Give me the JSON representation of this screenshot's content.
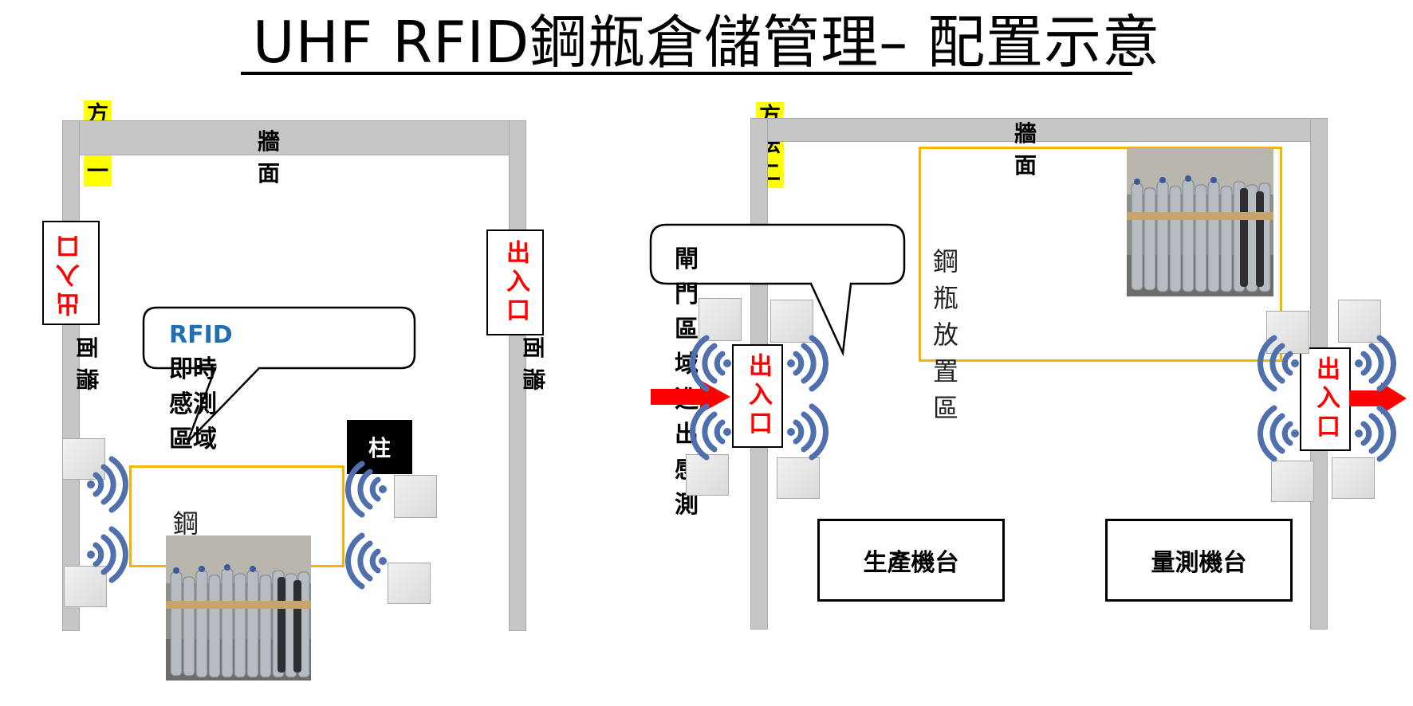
{
  "title": "UHF RFID鋼瓶倉儲管理– 配置示意",
  "colors": {
    "wall": "#c6c6c6",
    "zone_border": "#f5b400",
    "signal": "#4f6fad",
    "door_text": "#ff0000",
    "rfid_text": "#1f6fb2",
    "highlight": "#ffff00",
    "arrow": "#ff0000"
  },
  "method1": {
    "tag": "方法一",
    "wall_top": "牆面",
    "wall_left": "牆面",
    "wall_right": "牆面",
    "door_left": "出入口",
    "door_right": "出入口",
    "callout": {
      "prefix": "RFID",
      "text": "即時感測區域"
    },
    "zone_label": "鋼瓶放置區",
    "pillar": "柱"
  },
  "method2": {
    "tag": "方法二",
    "wall_top": "牆面",
    "callout": "閘門區域進出感測",
    "zone_label": "鋼瓶放置區",
    "door_left": "出入口",
    "door_right": "出入口",
    "machine_production": "生產機台",
    "machine_measure": "量測機台"
  },
  "icons": {
    "signal": "wifi-signal-icon",
    "arrow": "arrow-right-icon",
    "reader": "rfid-reader-icon",
    "photo": "gas-cylinder-photo"
  }
}
